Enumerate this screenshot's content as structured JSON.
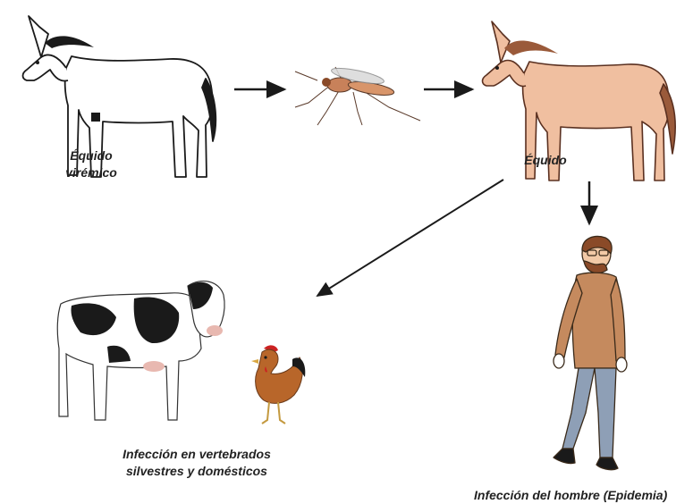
{
  "labels": {
    "viremic_equid_line1": "Équido",
    "viremic_equid_line2": "virémico",
    "equid": "Équido",
    "vertebrates_line1": "Infección en vertebrados",
    "vertebrates_line2": "silvestres y domésticos",
    "human": "Infección del hombre (Epidemia)"
  },
  "colors": {
    "line_art": "#1a1a1a",
    "horse_skin": "#f0bfa0",
    "horse_mane": "#9a5a3a",
    "coat": "#c58a5e",
    "trousers": "#8e9fb6",
    "hair": "#8a4a28",
    "rooster": "#b8662a"
  }
}
